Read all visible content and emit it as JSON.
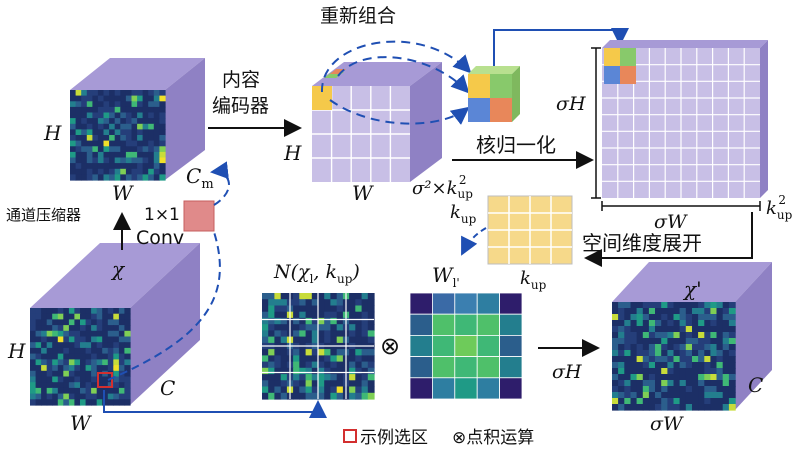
{
  "labels": {
    "regroup": "重新组合",
    "content_encoder_1": "内容",
    "content_encoder_2": "编码器",
    "kernel_normalize": "核归一化",
    "spatial_unfold": "空间维度展开",
    "channel_compress": "通道压缩器",
    "conv_1": "1×1",
    "conv_2": "Conv",
    "legend_example": "示例选区",
    "legend_dot": "⊗点积运算"
  },
  "symbols": {
    "H": "H",
    "W": "W",
    "C": "C",
    "Cm": "C",
    "Cm_sub": "m",
    "chi": "χ",
    "chi_prime": "χ'",
    "sigmaH": "σH",
    "sigmaW": "σW",
    "sigma2": "σ²×k",
    "sigma2_sub": "up",
    "sigma2_sup": "2",
    "kup": "k",
    "kup_sub": "up",
    "kup2_sup": "2",
    "W_l": "W",
    "W_l_sub": "l'",
    "N_expr": "N(χ",
    "N_sub": "l",
    "N_rest": ", k",
    "N_sub2": "up",
    "N_close": ")",
    "otimes": "⊗"
  },
  "colors": {
    "cube_face": "#c8bfe6",
    "cube_side": "#8f81c4",
    "cube_top": "#a79ad6",
    "arrow_blue": "#1f4fb3",
    "kernel_yellow": "#f6d98a",
    "red_box": "#d32f2f",
    "conv_pink": "#e08a8a"
  }
}
